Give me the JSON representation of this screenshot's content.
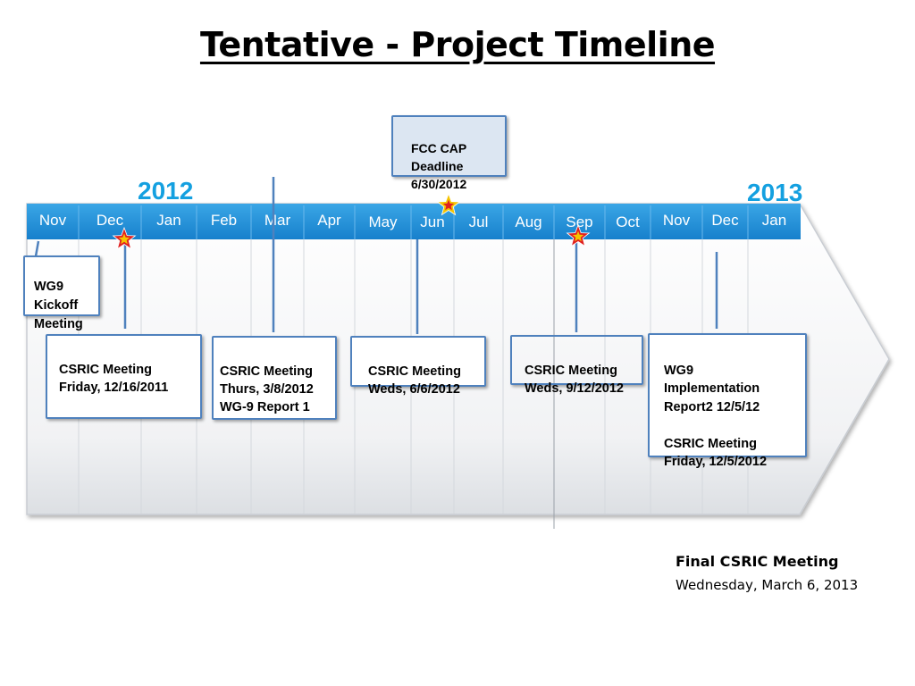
{
  "title": "Tentative - Project Timeline",
  "years": {
    "first": "2012",
    "second": "2013"
  },
  "months": [
    "Nov",
    "Dec",
    "Jan",
    "Feb",
    "Mar",
    "Apr",
    "May",
    "Jun",
    "Jul",
    "Aug",
    "Sep",
    "Oct",
    "Nov",
    "Dec",
    "Jan"
  ],
  "boxes": {
    "fcc": [
      "FCC CAP",
      "Deadline",
      "6/30/2012"
    ],
    "kickoff": [
      "WG9",
      "Kickoff",
      "Meeting"
    ],
    "dec2011": [
      "CSRIC Meeting",
      "Friday, 12/16/2011"
    ],
    "mar2012": [
      "CSRIC Meeting",
      "Thurs, 3/8/2012",
      "WG-9 Report 1"
    ],
    "jun2012": [
      "CSRIC Meeting",
      "Weds, 6/6/2012"
    ],
    "sep2012": [
      "CSRIC Meeting",
      "Weds, 9/12/2012"
    ],
    "dec2012": [
      "WG9",
      "Implementation",
      "Report2  12/5/12",
      "",
      "CSRIC Meeting",
      "Friday, 12/5/2012"
    ]
  },
  "final": {
    "title": "Final CSRIC Meeting",
    "date": "Wednesday, March 6, 2013"
  },
  "colors": {
    "bar": "#1f8fd8",
    "year": "#14a0e0",
    "connector": "#4f81bd",
    "star_outer": "#e02020",
    "star_inner": "#f5c400"
  }
}
